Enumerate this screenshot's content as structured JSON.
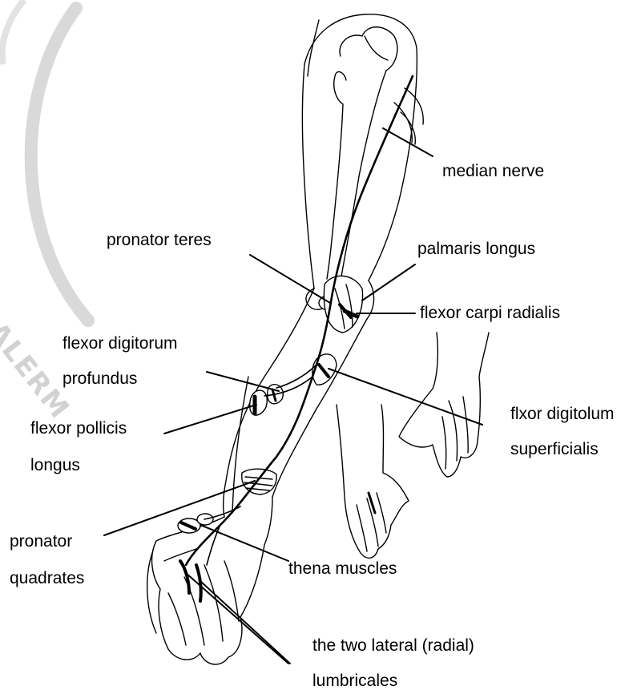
{
  "watermark": {
    "text": "ALERM"
  },
  "labels": {
    "median_nerve": "median nerve",
    "pronator_teres": "pronator teres",
    "palmaris_longus": "palmaris longus",
    "flexor_carpi_radialis": "flexor carpi radialis",
    "flexor_digitorum_profundus_1": "flexor digitorum",
    "flexor_digitorum_profundus_2": "profundus",
    "flexor_pollicis_longus_1": "flexor pollicis",
    "flexor_pollicis_longus_2": "longus",
    "flexor_digitorum_superficialis_1": "flxor digitolum",
    "flexor_digitorum_superficialis_2": "superficialis",
    "pronator_quadrates_1": "pronator",
    "pronator_quadrates_2": "quadrates",
    "thena_muscles": "thena muscles",
    "lumbricales_1": "the two lateral (radial)",
    "lumbricales_2": "lumbricales"
  },
  "colors": {
    "ink": "#000000",
    "watermark": "#d2d2d2",
    "background": "#ffffff"
  }
}
